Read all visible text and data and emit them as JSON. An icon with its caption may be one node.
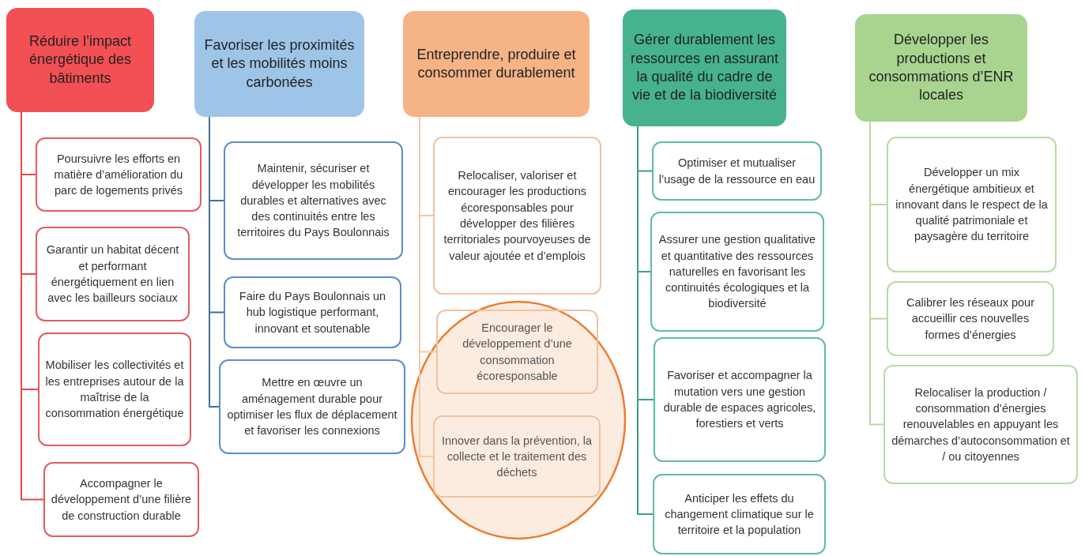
{
  "diagram": {
    "nodes": [
      {
        "text": [
          "Réduire l’impact énergétique des bâtiments"
        ]
      },
      {
        "text": [
          "Poursuivre les efforts en matière d’amélioration du parc de logements privés"
        ]
      },
      {
        "text": [
          "Garantir un habitat décent et performant énergétiquement en lien avec les bailleurs sociaux"
        ]
      },
      {
        "text": [
          "Mobiliser les collectivités et les entreprises autour de la maîtrise de la consommation énergétique"
        ]
      },
      {
        "text": [
          "Accompagner le développement d’une filière de construction durable"
        ]
      },
      {
        "text": [
          "Favoriser les proximités et les mobilités moins carbonées"
        ]
      },
      {
        "text": [
          "Maintenir, sécuriser et développer les mobilités durables et alternatives avec des continuités entre les territoires du Pays Boulonnais"
        ]
      },
      {
        "text": [
          "Faire du Pays Boulonnais un hub logistique performant, innovant et soutenable"
        ]
      },
      {
        "text": [
          "Mettre en œuvre un aménagement durable pour optimiser les flux de déplacement et favoriser les connexions"
        ]
      },
      {
        "text": [
          "Entreprendre, produire et consommer durablement"
        ]
      },
      {
        "text": [
          "Relocaliser, valoriser  et encourager les productions écoresponsables pour développer des filières territoriales pourvoyeuses de valeur ajoutée et d’emplois"
        ]
      },
      {
        "text": [
          "Encourager le développement d’une consommation écoresponsable"
        ]
      },
      {
        "text": [
          "Innover dans la prévention, la collecte et le traitement des déchets"
        ]
      },
      {
        "text": [
          "Gérer durablement les ressources en assurant la qualité du cadre de vie  et de la biodiversité"
        ]
      },
      {
        "text": [
          "Optimiser et mutualiser l’usage de la ressource en eau"
        ]
      },
      {
        "text": [
          "Assurer une gestion qualitative et quantitative des ressources naturelles en favorisant les continuités écologiques et la biodiversité"
        ]
      },
      {
        "text": [
          "Favoriser et accompagner la mutation vers une gestion durable de espaces agricoles, forestiers et verts"
        ]
      },
      {
        "text": [
          "Anticiper les effets du changement climatique sur le territoire et la population"
        ]
      },
      {
        "text": [
          "Développer les productions et consommations d’ENR locales"
        ]
      },
      {
        "text": [
          "Développer un mix énergétique ambitieux et innovant  dans le respect de la qualité patrimoniale et paysagère du territoire"
        ]
      },
      {
        "text": [
          "Calibrer les réseaux pour accueillir ces nouvelles formes d’énergies"
        ]
      },
      {
        "text": [
          "Relocaliser la production / consommation d’énergies renouvelables en appuyant les démarches d’autoconsommation et / ou citoyennes"
        ]
      }
    ],
    "edges": [
      {
        "from": 0,
        "to": 1,
        "arrow": "none",
        "color": "#e8474d"
      },
      {
        "from": 0,
        "to": 2,
        "arrow": "none",
        "color": "#e8474d"
      },
      {
        "from": 0,
        "to": 3,
        "arrow": "none",
        "color": "#e8474d"
      },
      {
        "from": 0,
        "to": 4,
        "arrow": "none",
        "color": "#e8474d"
      },
      {
        "from": 5,
        "to": 6,
        "arrow": "none",
        "color": "#41719c"
      },
      {
        "from": 5,
        "to": 7,
        "arrow": "none",
        "color": "#41719c"
      },
      {
        "from": 5,
        "to": 8,
        "arrow": "none",
        "color": "#41719c"
      },
      {
        "from": 9,
        "to": 10,
        "arrow": "none",
        "color": "#f2c9a8"
      },
      {
        "from": 9,
        "to": 11,
        "arrow": "none",
        "color": "#f2c9a8"
      },
      {
        "from": 9,
        "to": 12,
        "arrow": "none",
        "color": "#f2c9a8"
      },
      {
        "from": 13,
        "to": 14,
        "arrow": "none",
        "color": "#3aa283"
      },
      {
        "from": 13,
        "to": 15,
        "arrow": "none",
        "color": "#3aa283"
      },
      {
        "from": 13,
        "to": 16,
        "arrow": "none",
        "color": "#3aa283"
      },
      {
        "from": 13,
        "to": 17,
        "arrow": "none",
        "color": "#3aa283"
      },
      {
        "from": 18,
        "to": 19,
        "arrow": "none",
        "color": "#b9d8a2"
      },
      {
        "from": 18,
        "to": 20,
        "arrow": "none",
        "color": "#b9d8a2"
      },
      {
        "from": 18,
        "to": 21,
        "arrow": "none",
        "color": "#b9d8a2"
      }
    ]
  }
}
